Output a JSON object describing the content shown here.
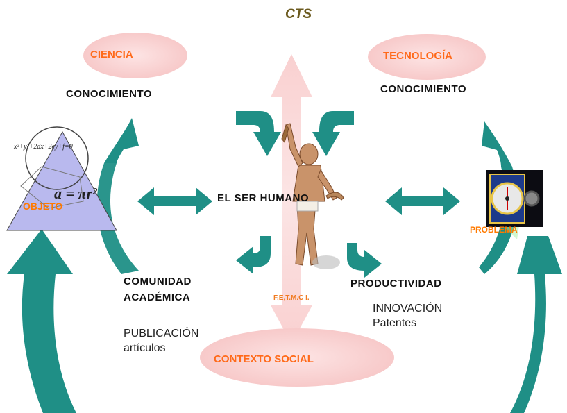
{
  "title": "CTS",
  "ciencia": {
    "label": "CIENCIA",
    "conocimiento": "CONOCIMIENTO"
  },
  "tecnologia": {
    "label": "TECNOLOGÍA",
    "conocimiento": "CONOCIMIENTO"
  },
  "objeto": {
    "label": "OBJETO",
    "formula1": "x²+y²+2dx+2ey+f=0",
    "formula2": "a = πr²"
  },
  "problema": {
    "label": "PROBLEMA"
  },
  "center": {
    "label": "EL SER HUMANO",
    "factors": "F,E,T.M.C I."
  },
  "comunidad": {
    "line1": "COMUNIDAD",
    "line2": "ACADÉMICA",
    "pub1": "PUBLICACIÓN",
    "pub2": "artículos"
  },
  "productividad": {
    "label": "PRODUCTIVIDAD",
    "inno1": "INNOVACIÓN",
    "inno2": "Patentes"
  },
  "contexto": {
    "label": "CONTEXTO SOCIAL"
  },
  "colors": {
    "teal": "#1f8f86",
    "pink": "#f6c9c9",
    "orange": "#ff6a1a",
    "lavender": "#b9b9ee"
  }
}
